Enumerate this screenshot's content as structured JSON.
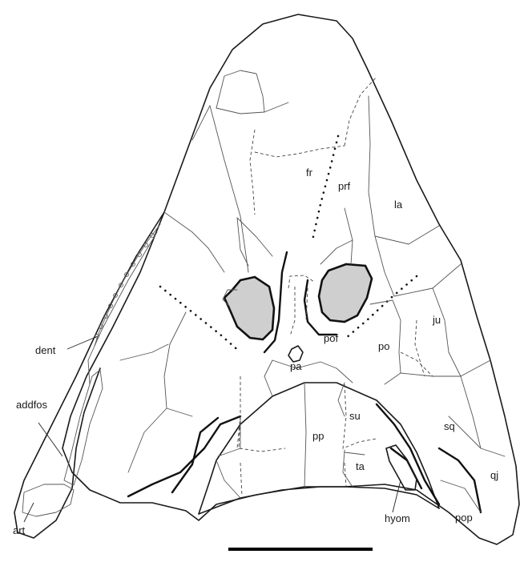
{
  "labels": {
    "fr": "fr",
    "prf": "prf",
    "la": "la",
    "ju": "ju",
    "pof": "pof",
    "po": "po",
    "pa": "pa",
    "su": "su",
    "pp": "pp",
    "sq": "sq",
    "ta": "ta",
    "qj": "qj",
    "pop": "pop",
    "hyom": "hyom",
    "dent": "dent",
    "addfos": "addfos",
    "art": "art"
  },
  "colors": {
    "orbit_fill": "#cfcfcf",
    "line": "#1a1a1a"
  }
}
